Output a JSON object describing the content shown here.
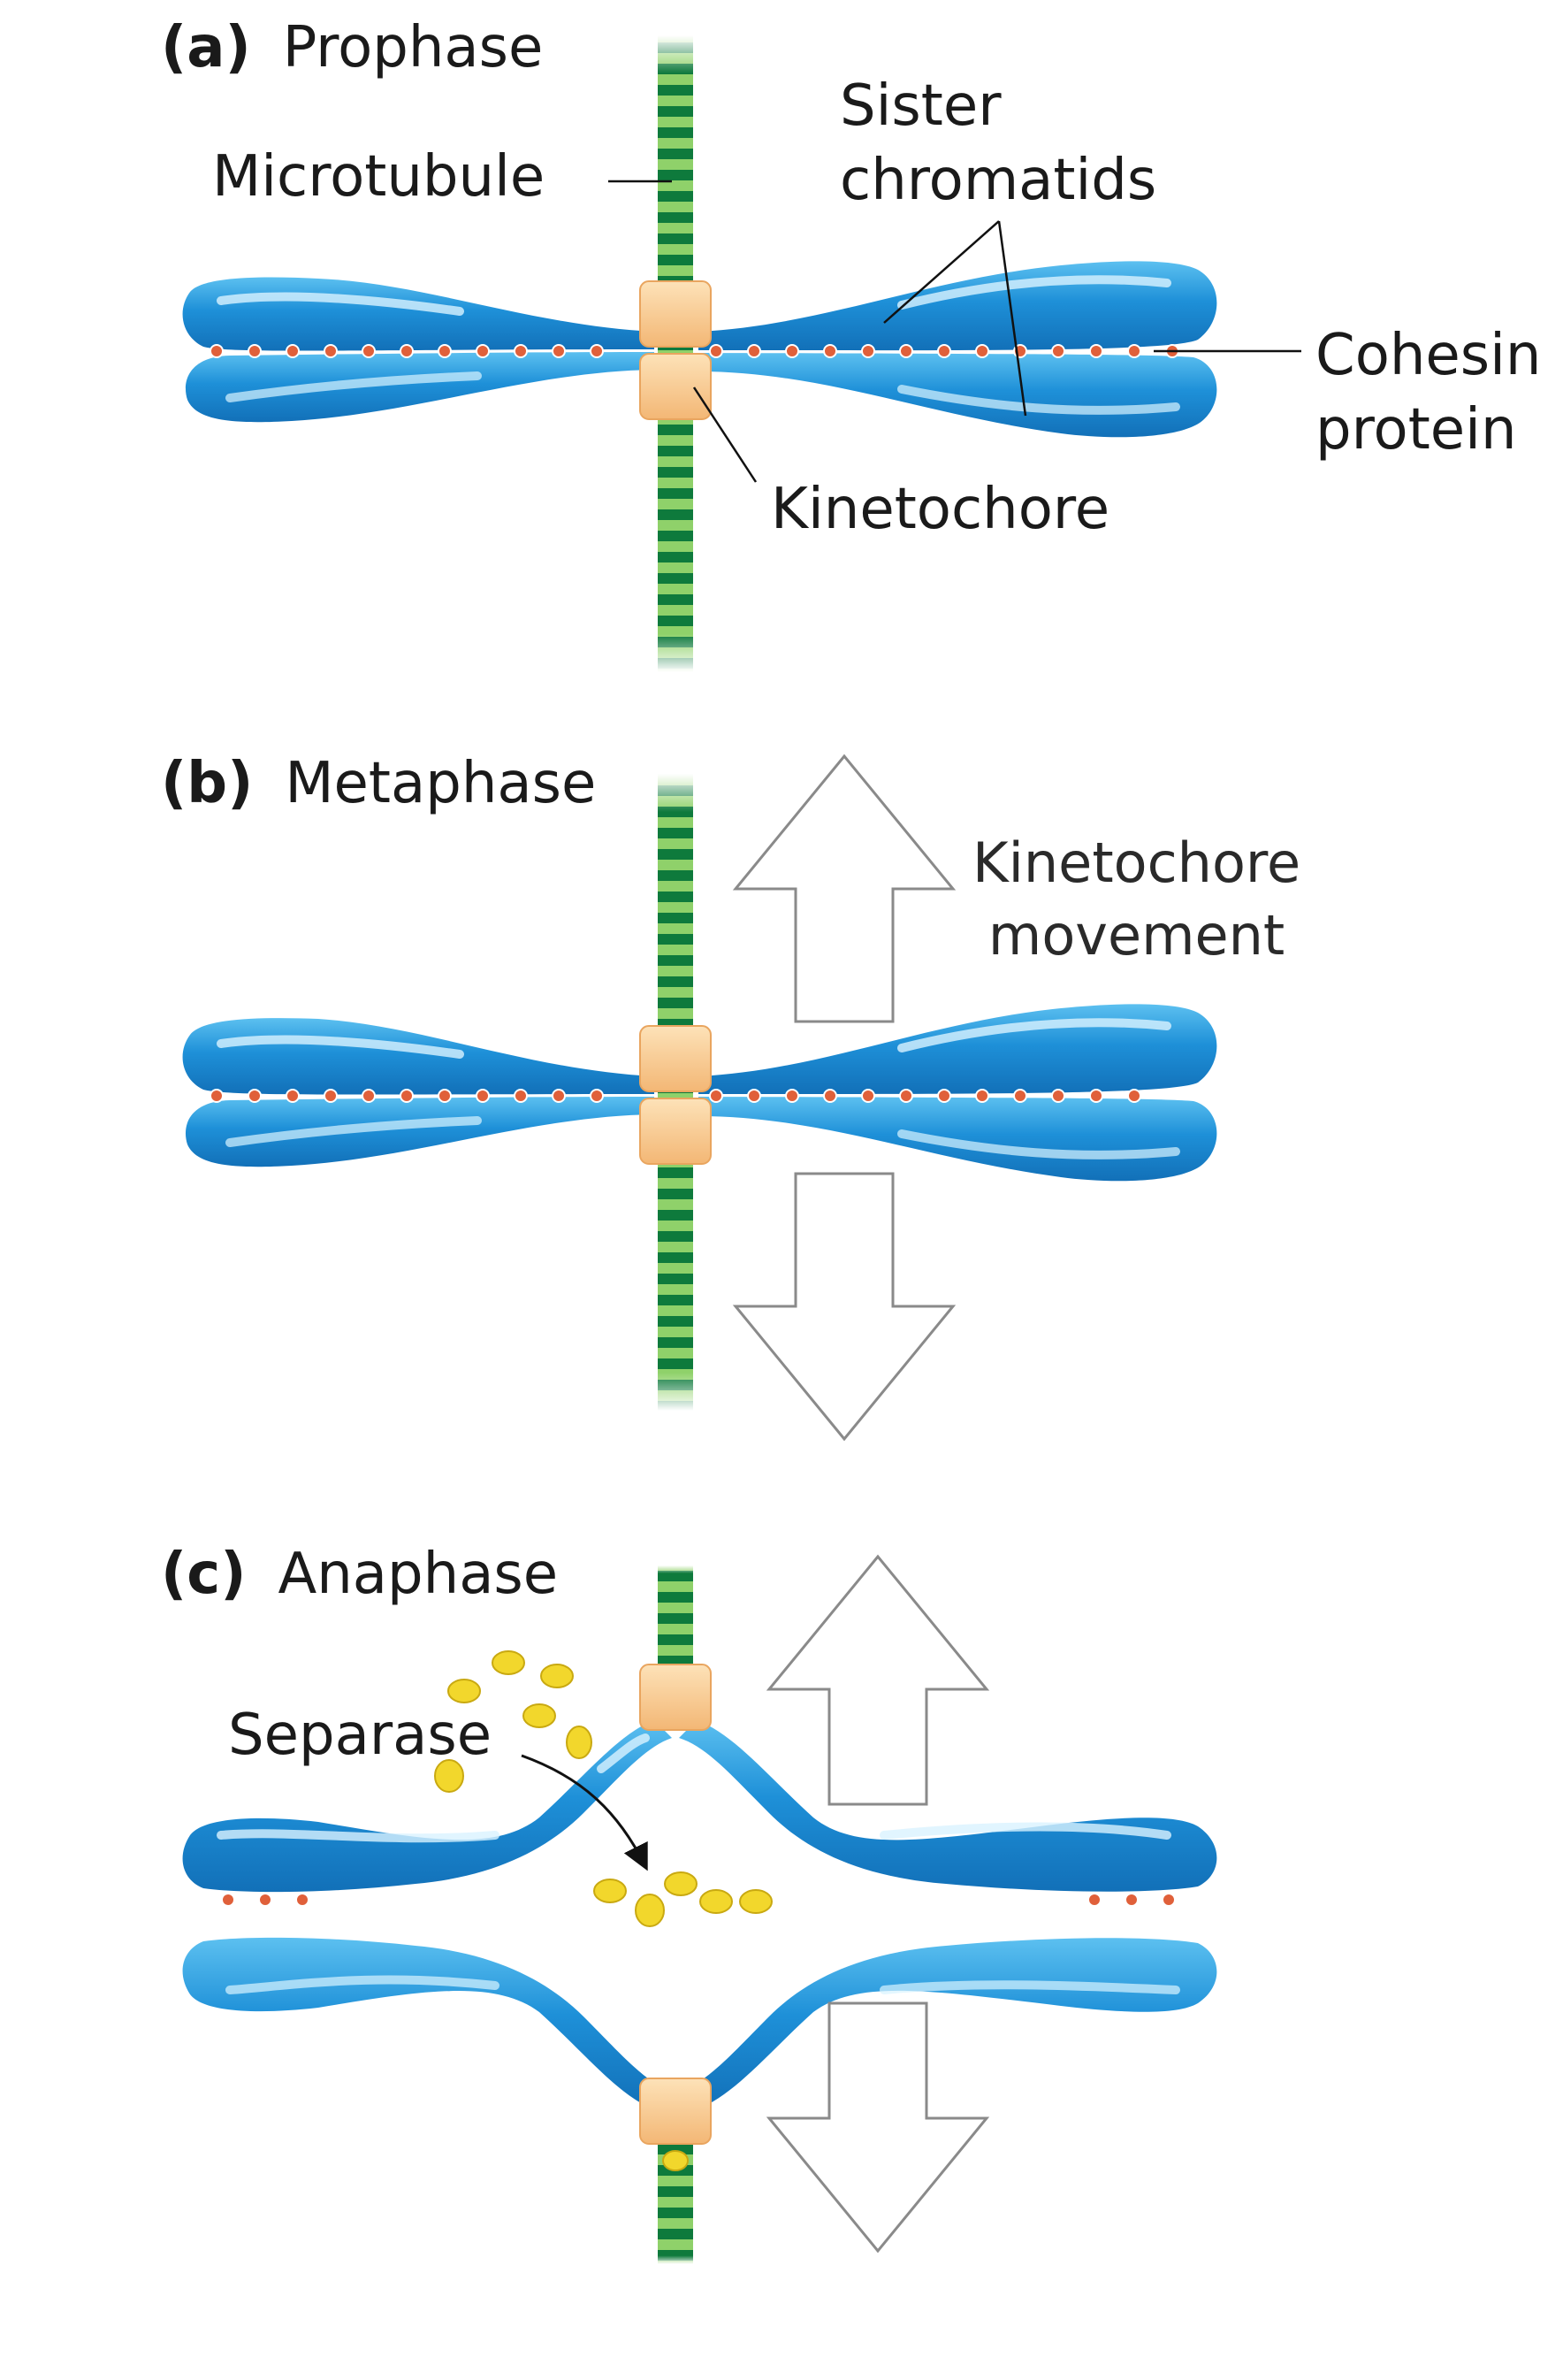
{
  "panels": {
    "a": {
      "tag": "(a)",
      "title": "Prophase"
    },
    "b": {
      "tag": "(b)",
      "title": "Metaphase"
    },
    "c": {
      "tag": "(c)",
      "title": "Anaphase"
    }
  },
  "labels": {
    "microtubule": "Microtubule",
    "sister_chromatids_line1": "Sister",
    "sister_chromatids_line2": "chromatids",
    "cohesin_line1": "Cohesin",
    "cohesin_line2": "protein",
    "kinetochore": "Kinetochore",
    "kinetochore_movement_line1": "Kinetochore",
    "kinetochore_movement_line2": "movement",
    "separase": "Separase"
  },
  "colors": {
    "chromatid_blue": "#1e8fd6",
    "chromatid_highlight": "#cfeefc",
    "microtubule_green": "#0e7a3c",
    "microtubule_light": "#8fd16a",
    "kinetochore_orange": "#f7c98d",
    "cohesin_dot": "#e0603a",
    "separase_yellow": "#f2d72c"
  }
}
